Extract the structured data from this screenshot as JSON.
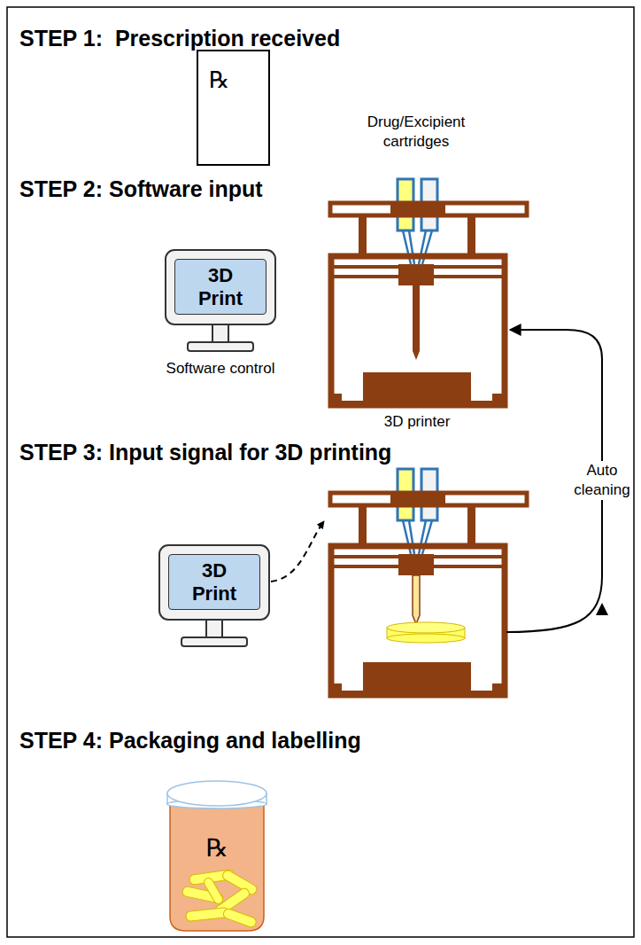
{
  "diagram": {
    "nodes": [
      {
        "text": [
          "℞"
        ]
      },
      {
        "text": [
          "3D Print"
        ]
      },
      {
        "text": [
          "3D Print"
        ]
      },
      {
        "text": [
          "℞"
        ]
      }
    ],
    "labels": [
      "STEP 1:  Prescription received",
      "STEP 2: Software input",
      "Drug/Excipient cartridges",
      "Software control",
      "3D printer",
      "STEP 3: Input signal for 3D printing",
      "Auto cleaning",
      "STEP 4: Packaging and labelling"
    ]
  }
}
